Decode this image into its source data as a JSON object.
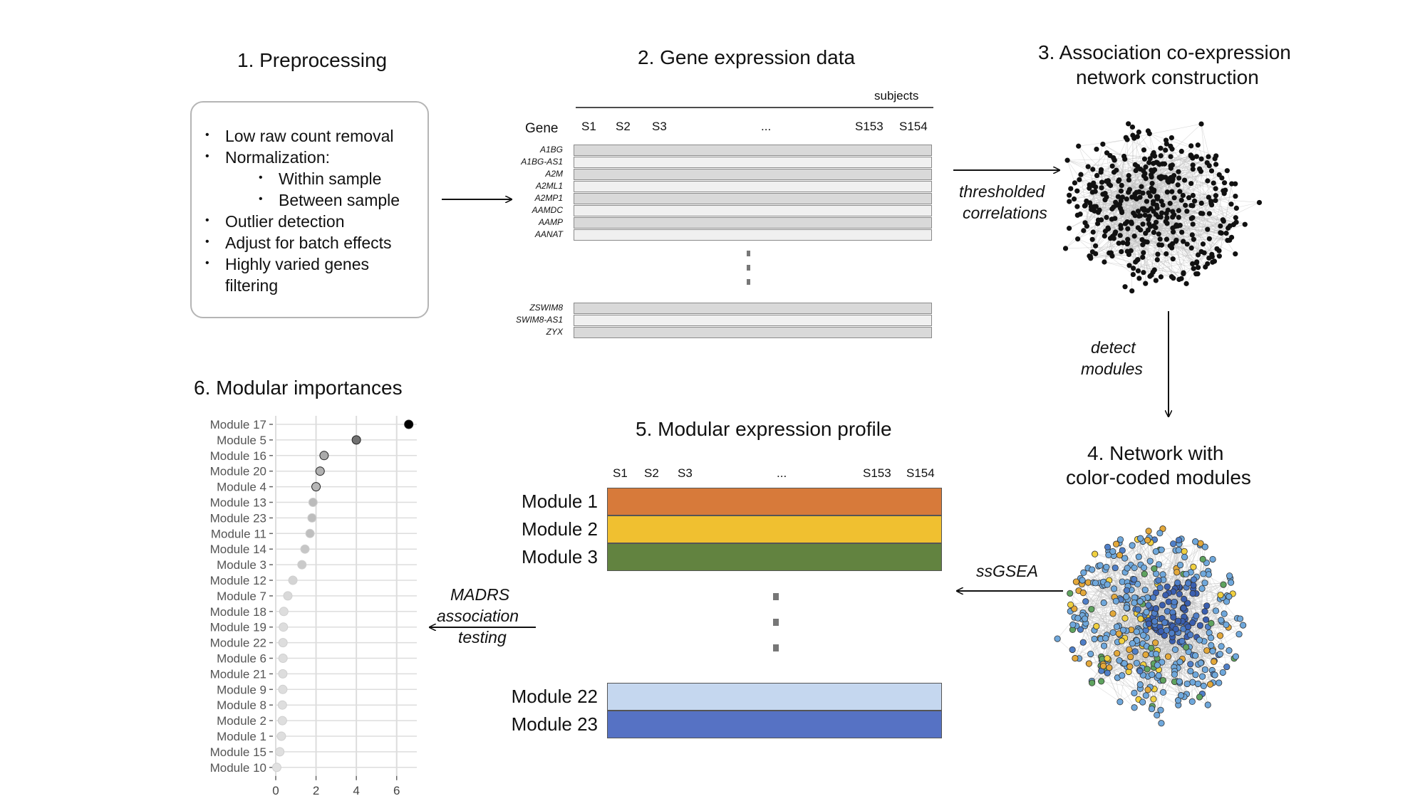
{
  "titles": {
    "preprocessing": "1. Preprocessing",
    "gene_expression": "2. Gene expression data",
    "network_line1": "3. Association co-expression",
    "network_line2": "network construction",
    "colorcoded_line1": "4. Network with",
    "colorcoded_line2": "color-coded modules",
    "modular_profile": "5. Modular expression profile",
    "modular_importances": "6. Modular importances"
  },
  "preprocessing": {
    "items": [
      "Low raw count removal",
      "Normalization:",
      "Within sample",
      "Between sample",
      "Outlier detection",
      "Adjust for batch effects",
      "Highly varied genes",
      "filtering"
    ]
  },
  "gene_table": {
    "axis_label": "subjects",
    "row_header": "Gene",
    "columns": [
      "S1",
      "S2",
      "S3",
      "...",
      "S153",
      "S154"
    ],
    "genes_top": [
      "A1BG",
      "A1BG-AS1",
      "A2M",
      "A2ML1",
      "A2MP1",
      "AAMDC",
      "AAMP",
      "AANAT"
    ],
    "genes_bottom": [
      "ZSWIM8",
      "SWIM8-AS1",
      "ZYX"
    ],
    "bar_colors": [
      "#d9d9d9",
      "#f0f0f0"
    ]
  },
  "edges": {
    "thresholded_1": "thresholded",
    "thresholded_2": "correlations",
    "detect_1": "detect",
    "detect_2": "modules",
    "ssgsea": "ssGSEA",
    "madrs_1": "MADRS",
    "madrs_2": "association",
    "madrs_3": "testing"
  },
  "module_profile": {
    "columns": [
      "S1",
      "S2",
      "S3",
      "...",
      "S153",
      "S154"
    ],
    "modules_top": [
      {
        "label": "Module 1",
        "color": "#d77a3a"
      },
      {
        "label": "Module 2",
        "color": "#f0c030"
      },
      {
        "label": "Module 3",
        "color": "#628340"
      }
    ],
    "modules_bottom": [
      {
        "label": "Module 22",
        "color": "#c5d7ef"
      },
      {
        "label": "Module 23",
        "color": "#5672c4"
      }
    ]
  },
  "network_colors": {
    "black_nodes": "#111111",
    "edges": "#bbbbbb",
    "module_colors": [
      "#6fa8dc",
      "#4f7fc8",
      "#5fa35f",
      "#e3a83a",
      "#f0d040",
      "#3a5fb0"
    ]
  },
  "chart_data": {
    "type": "scatter",
    "categories": [
      "Module 17",
      "Module 5",
      "Module 16",
      "Module 20",
      "Module 4",
      "Module 13",
      "Module 23",
      "Module 11",
      "Module 14",
      "Module 3",
      "Module 12",
      "Module 7",
      "Module 18",
      "Module 19",
      "Module 22",
      "Module 6",
      "Module 21",
      "Module 9",
      "Module 8",
      "Module 2",
      "Module 1",
      "Module 15",
      "Module 10"
    ],
    "values": [
      6.6,
      4.0,
      2.4,
      2.2,
      2.0,
      1.85,
      1.8,
      1.7,
      1.45,
      1.3,
      0.85,
      0.6,
      0.4,
      0.38,
      0.36,
      0.36,
      0.35,
      0.35,
      0.33,
      0.33,
      0.28,
      0.2,
      0.05
    ],
    "xticks": [
      "0",
      "2",
      "4",
      "6"
    ],
    "xlim": [
      0,
      7.0
    ],
    "grid": true,
    "title": "6. Modular importances"
  }
}
